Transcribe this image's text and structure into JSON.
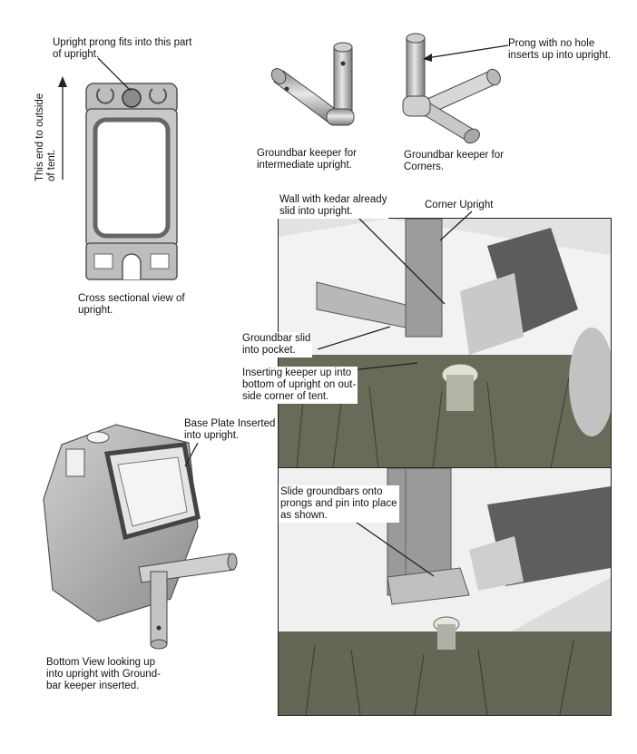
{
  "labels": {
    "upright_prong": "Upright prong fits into this part\nof upright.",
    "end_outside": "This end to outside\nof tent.",
    "cross_section": "Cross sectional view of\nupright.",
    "keeper_intermediate": "Groundbar keeper for\nintermediate upright.",
    "keeper_corners": "Groundbar keeper for\nCorners.",
    "prong_no_hole": "Prong with no hole\ninserts up into upright.",
    "wall_kedar": "Wall with kedar already\nslid into upright.",
    "corner_upright": "Corner Upright",
    "groundbar_slid": "Groundbar slid\ninto pocket.",
    "inserting_keeper": "Inserting keeper up into\nbottom of upright on out-\nside corner of tent.",
    "base_plate": "Base Plate Inserted\ninto upright.",
    "bottom_view": "Bottom View looking up\ninto upright with Ground-\nbar keeper inserted.",
    "slide_groundbars": "Slide groundbars onto\nprongs and pin into place\nas shown."
  },
  "colors": {
    "metal_light": "#d9d9d9",
    "metal_mid": "#a8a8a8",
    "metal_dark": "#6e6e6e",
    "grass": "#5a5a4a",
    "fabric": "#eeeeee"
  }
}
